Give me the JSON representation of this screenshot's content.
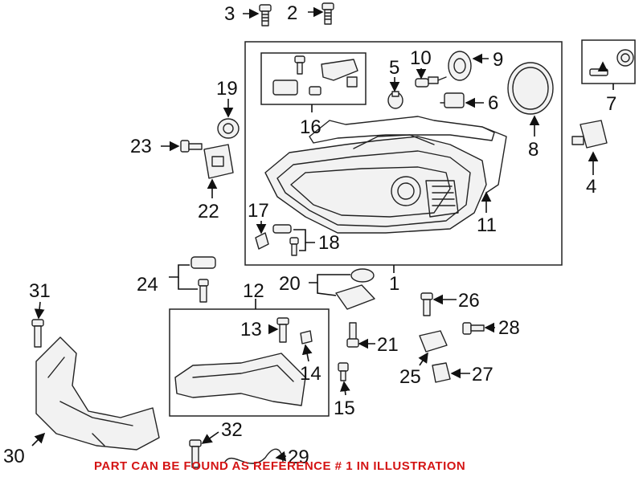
{
  "callouts": {
    "c1": "1",
    "c2": "2",
    "c3": "3",
    "c4": "4",
    "c5": "5",
    "c6": "6",
    "c7": "7",
    "c8": "8",
    "c9": "9",
    "c10": "10",
    "c11": "11",
    "c12": "12",
    "c13": "13",
    "c14": "14",
    "c15": "15",
    "c16": "16",
    "c17": "17",
    "c18": "18",
    "c19": "19",
    "c20": "20",
    "c21": "21",
    "c22": "22",
    "c23": "23",
    "c24": "24",
    "c25": "25",
    "c26": "26",
    "c27": "27",
    "c28": "28",
    "c29": "29",
    "c30": "30",
    "c31": "31",
    "c32": "32"
  },
  "footer_note": "PART CAN BE FOUND AS REFERENCE # 1 IN ILLUSTRATION",
  "colors": {
    "note": "#d41414",
    "line": "#222222"
  }
}
